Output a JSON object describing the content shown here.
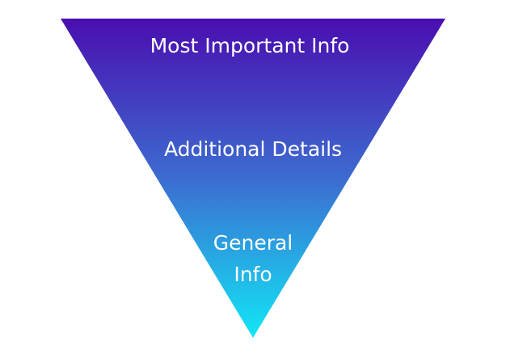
{
  "pyramid": {
    "tiers": [
      {
        "label": "Most Important Info"
      },
      {
        "label": "Additional Details"
      },
      {
        "label_lines": [
          "General",
          "Info"
        ]
      }
    ],
    "colors": {
      "gradient_top": "#4a0eb0",
      "gradient_mid": "#3c6cd0",
      "gradient_bottom": "#12e6f6",
      "text": "#ffffff",
      "background": "#ffffff"
    }
  }
}
